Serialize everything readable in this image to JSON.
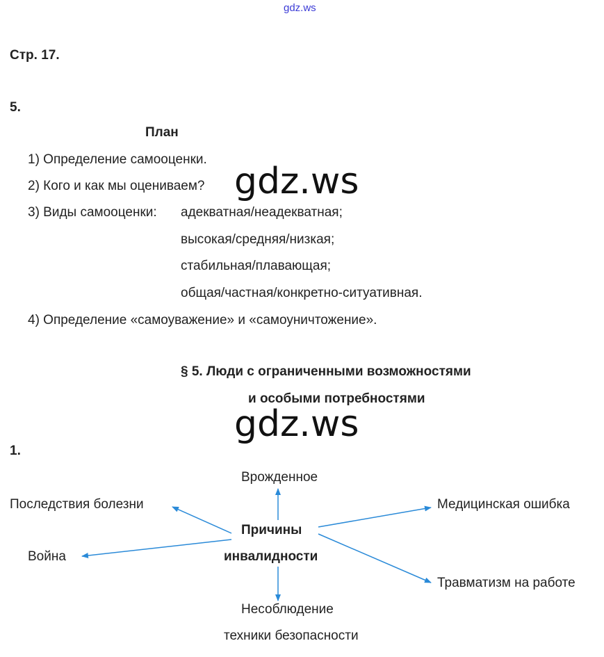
{
  "watermark_small": "gdz.ws",
  "watermark_large": "gdz.ws",
  "page_label": "Стр. 17.",
  "task5": {
    "number": "5.",
    "plan_title": "План",
    "items": [
      "1) Определение самооценки.",
      "2) Кого и как мы оцениваем?",
      "3) Виды самооценки:",
      "4) Определение «самоуважение» и «самоуничтожение»."
    ],
    "kinds": [
      "адекватная/неадекватная;",
      "высокая/средняя/низкая;",
      "стабильная/плавающая;",
      "общая/частная/конкретно-ситуативная."
    ]
  },
  "section": {
    "title_line1": "§ 5. Люди с ограниченными возможностями",
    "title_line2": "и особыми потребностями"
  },
  "task1": {
    "number": "1.",
    "center_line1": "Причины",
    "center_line2": "инвалидности",
    "causes": {
      "top": "Врожденное",
      "left_top": "Последствия болезни",
      "left_bottom": "Война",
      "right_top": "Медицинская ошибка",
      "right_bottom": "Травматизм на работе",
      "bottom_line1": "Несоблюдение",
      "bottom_line2": "техники безопасности"
    },
    "arrow_color": "#2a8ad8"
  }
}
